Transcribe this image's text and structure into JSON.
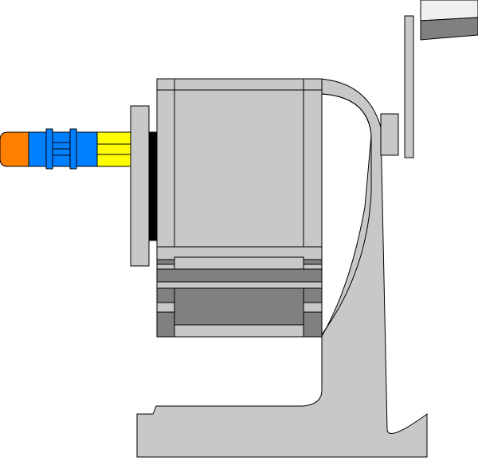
{
  "diagram": {
    "subject": "pencil-sharpener-cross-section",
    "colors": {
      "body": "#c8c8c8",
      "body_dark": "#808080",
      "stroke": "#000000",
      "eraser": "#ff7f00",
      "ferrule": "#0080ff",
      "pencil_wood": "#ffff00",
      "plate": "#000000",
      "handle_tip": "#f0f0f0"
    },
    "parts": [
      "base-frame",
      "housing",
      "faceplate",
      "drive-shaft",
      "crank-arm",
      "crank-handle",
      "pencil"
    ]
  }
}
